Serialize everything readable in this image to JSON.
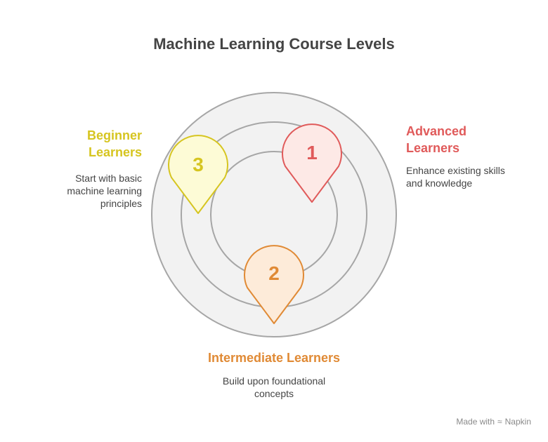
{
  "title": "Machine Learning Course Levels",
  "levels": [
    {
      "number": "1",
      "heading_line1": "Advanced",
      "heading_line2": "Learners",
      "description": [
        "Enhance existing skills",
        "and knowledge"
      ],
      "color": "#e05a5a",
      "fill": "#fde9e6"
    },
    {
      "number": "2",
      "heading_line1": "Intermediate Learners",
      "description": [
        "Build upon foundational",
        "concepts"
      ],
      "color": "#e08a35",
      "fill": "#fdebd9"
    },
    {
      "number": "3",
      "heading_line1": "Beginner",
      "heading_line2": "Learners",
      "description": [
        "Start with basic",
        "machine learning",
        "principles"
      ],
      "color": "#d6c520",
      "fill": "#fdfbd6"
    }
  ],
  "footer": {
    "made_with": "Made with",
    "brand": "Napkin"
  }
}
